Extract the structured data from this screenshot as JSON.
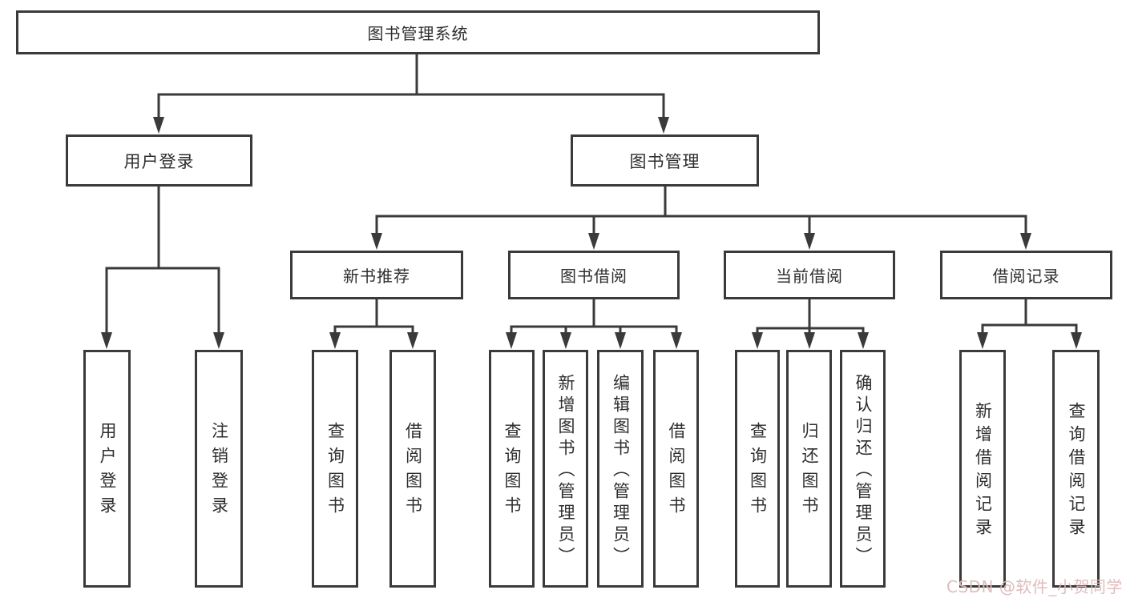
{
  "diagram": {
    "title_node": {
      "label": "图书管理系统"
    },
    "level2": [
      {
        "label": "用户登录"
      },
      {
        "label": "图书管理"
      }
    ],
    "level3": [
      {
        "label": "新书推荐"
      },
      {
        "label": "图书借阅"
      },
      {
        "label": "当前借阅"
      },
      {
        "label": "借阅记录"
      }
    ],
    "leaf_nodes": [
      {
        "label": "用户登录",
        "parent": "用户登录"
      },
      {
        "label": "注销登录",
        "parent": "用户登录"
      },
      {
        "label": "查询图书",
        "parent": "新书推荐"
      },
      {
        "label": "借阅图书",
        "parent": "新书推荐"
      },
      {
        "label": "查询图书",
        "parent": "图书借阅"
      },
      {
        "label": "新增图书（管理员）",
        "parent": "图书借阅"
      },
      {
        "label": "编辑图书（管理员）",
        "parent": "图书借阅"
      },
      {
        "label": "借阅图书",
        "parent": "图书借阅"
      },
      {
        "label": "查询图书",
        "parent": "当前借阅"
      },
      {
        "label": "归还图书",
        "parent": "当前借阅"
      },
      {
        "label": "确认归还（管理员）",
        "parent": "当前借阅"
      },
      {
        "label": "新增借阅记录",
        "parent": "借阅记录"
      },
      {
        "label": "查询借阅记录",
        "parent": "借阅记录"
      }
    ]
  },
  "watermark": {
    "text": "CSDN @软件_小贺同学",
    "color": "#dfb9b9"
  },
  "colors": {
    "line": "#3a3a3a",
    "box_border": "#3a3a3a",
    "text": "#2e2e2e",
    "background": "#ffffff"
  }
}
